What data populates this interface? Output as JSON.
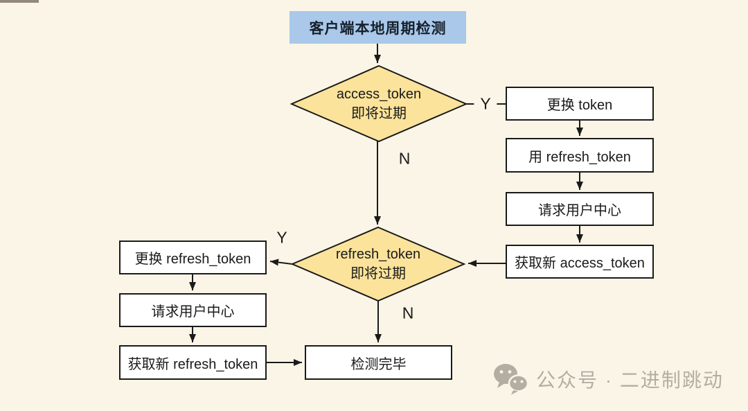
{
  "colors": {
    "background": "#FAF5E6",
    "start_fill": "#A9C8EA",
    "decision_fill": "#FBE39B",
    "process_fill": "#FFFFFF",
    "node_border": "#1A1A1A",
    "text": "#1A1A1A",
    "watermark": "#B3AEA1"
  },
  "flowchart": {
    "start": {
      "label": "客户端本地周期检测"
    },
    "decision_access_token": {
      "line1": "access_token",
      "line2": "即将过期"
    },
    "decision_refresh_token": {
      "line1": "refresh_token",
      "line2": "即将过期"
    },
    "right_branch": {
      "replace_token": "更换 token",
      "use_refresh_token": "用 refresh_token",
      "request_user_center": "请求用户中心",
      "get_new_access_token": "获取新 access_token"
    },
    "left_branch": {
      "replace_refresh_token": "更换 refresh_token",
      "request_user_center": "请求用户中心",
      "get_new_refresh_token": "获取新 refresh_token"
    },
    "end": {
      "label": "检测完毕"
    },
    "edge_labels": {
      "yes_access": "Y",
      "no_access": "N",
      "yes_refresh": "Y",
      "no_refresh": "N"
    }
  },
  "watermark": {
    "text": "公众号 · 二进制跳动"
  }
}
